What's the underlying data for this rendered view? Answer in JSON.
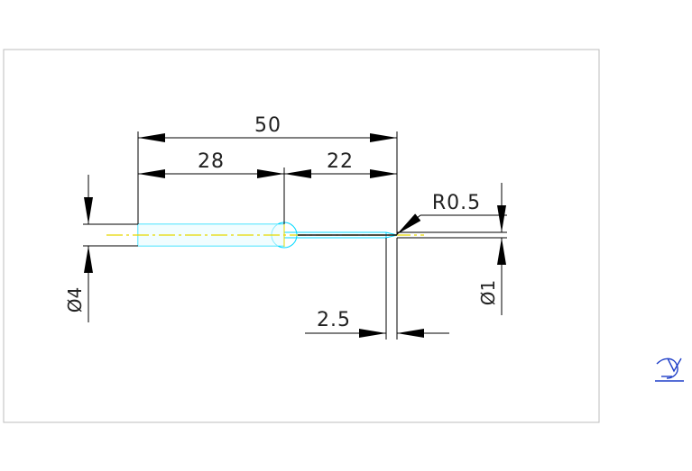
{
  "drawing": {
    "dimensions": {
      "overall_length": "50",
      "left_length": "28",
      "right_length": "22",
      "tip_radius": "R0.5",
      "big_diameter": "Ø4",
      "small_diameter": "Ø1",
      "tip_length": "2.5"
    },
    "colors": {
      "paper": "#ffffff",
      "border": "#bdbdbd",
      "dimension": "#000000",
      "part_outline": "#00d8ff",
      "centerline": "#e6d800",
      "ucs_icon": "#1f3fc8"
    },
    "icons": {
      "ucs": "ucs-icon"
    }
  }
}
